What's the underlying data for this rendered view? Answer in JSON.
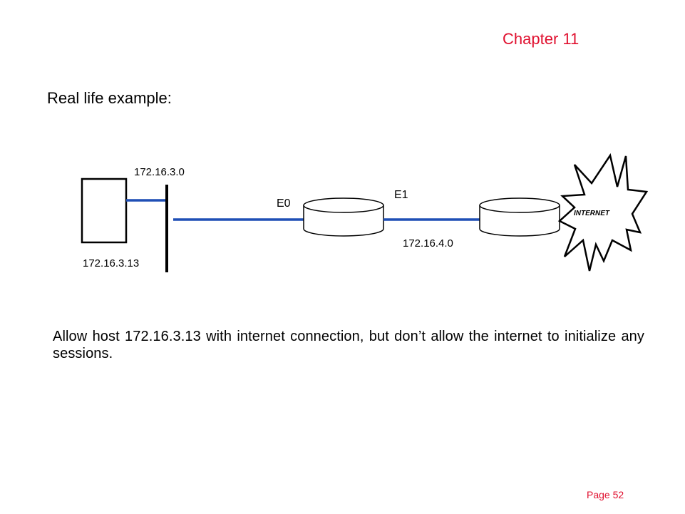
{
  "header": {
    "chapter": "Chapter 11"
  },
  "intro": "Real life example:",
  "diagram": {
    "subnet_lan": "172.16.3.0",
    "host_ip": "172.16.3.13",
    "router_if_e0": "E0",
    "router_if_e1": "E1",
    "subnet_wan": "172.16.4.0",
    "cloud_label": "INTERNET",
    "colors": {
      "link": "#1f4fb5",
      "stroke": "#000000"
    }
  },
  "description": "Allow host 172.16.3.13 with internet connection, but don’t allow the internet to initialize any sessions.",
  "footer": {
    "page": "Page 52"
  }
}
